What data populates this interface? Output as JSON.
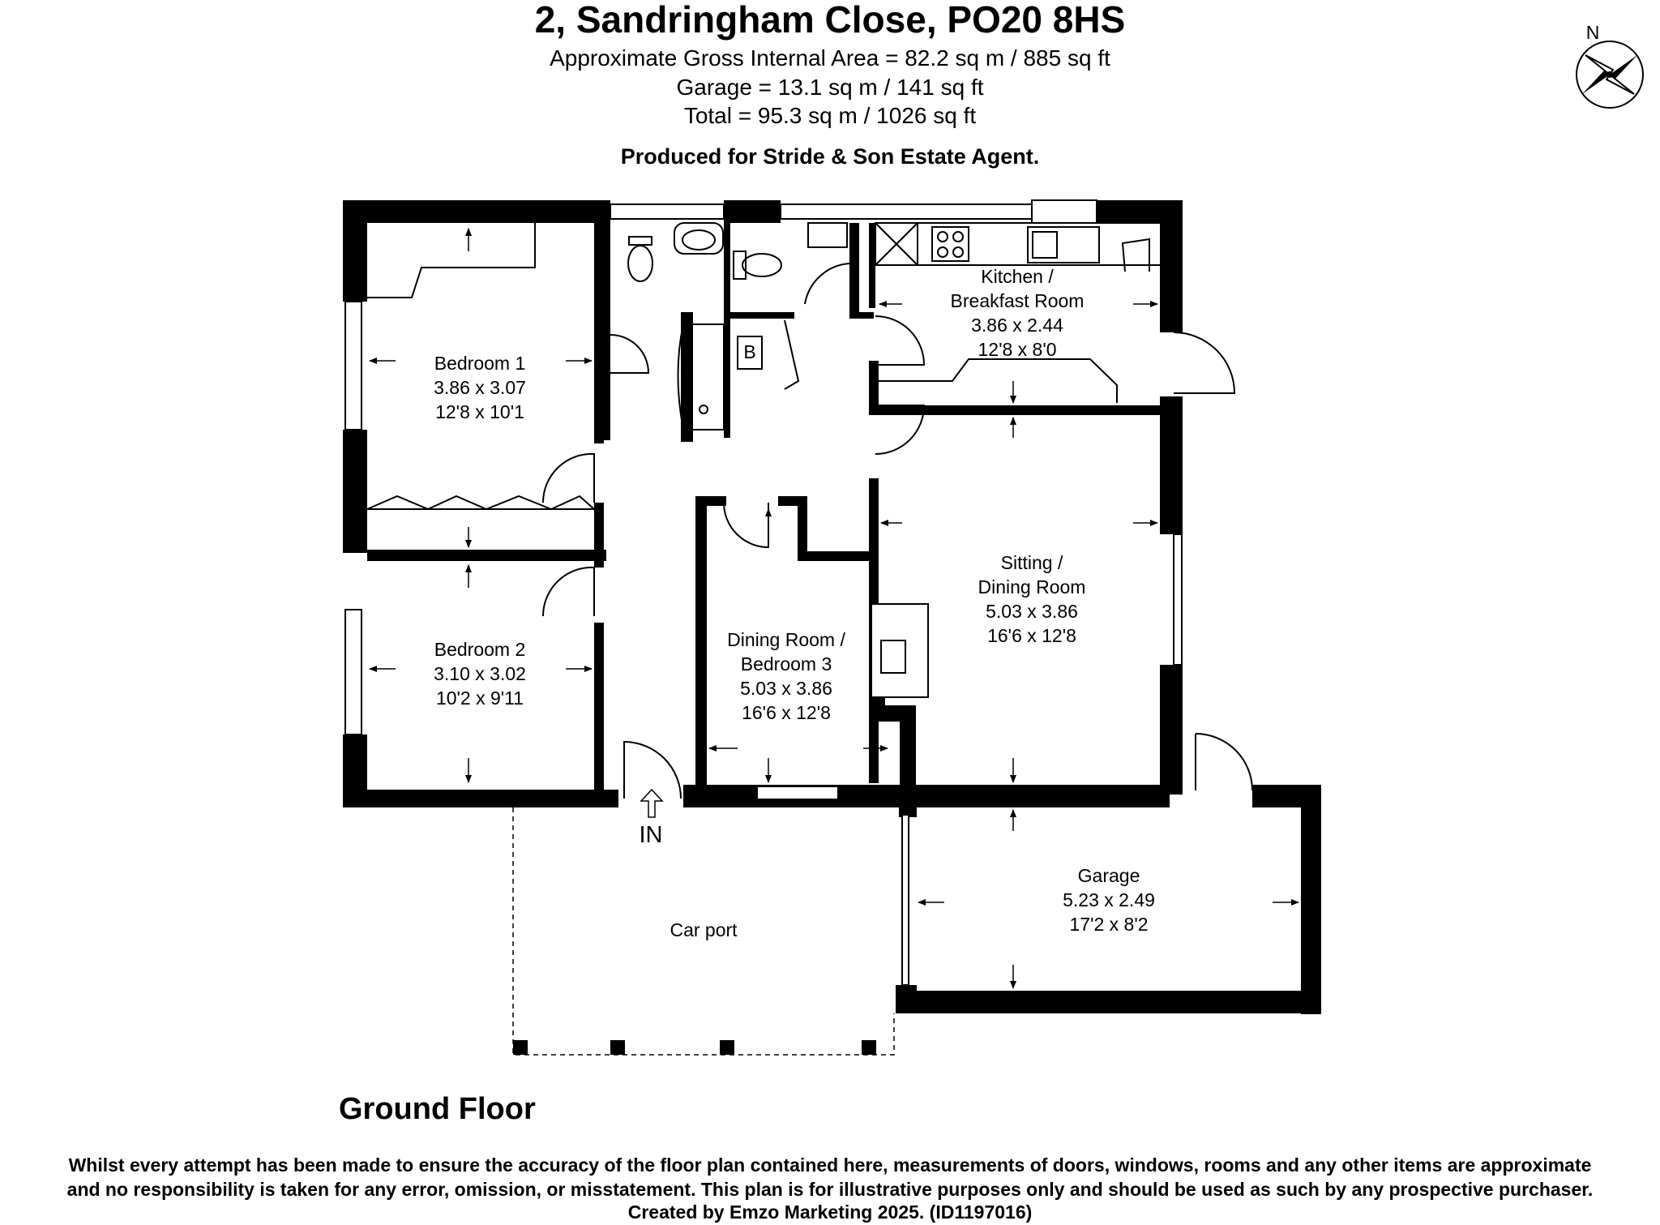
{
  "header": {
    "title": "2, Sandringham Close, PO20 8HS",
    "area_gross": "Approximate Gross Internal Area = 82.2 sq m / 885 sq ft",
    "area_garage": "Garage = 13.1 sq m / 141 sq ft",
    "area_total": "Total = 95.3 sq m / 1026 sq ft",
    "produced_for": "Produced for Stride & Son Estate Agent."
  },
  "compass": {
    "label": "N",
    "icon": "north-arrow-icon"
  },
  "rooms": {
    "bedroom1": {
      "name": "Bedroom 1",
      "metric": "3.86 x 3.07",
      "imperial": "12'8 x 10'1"
    },
    "bedroom2": {
      "name": "Bedroom 2",
      "metric": "3.10 x 3.02",
      "imperial": "10'2 x 9'11"
    },
    "kitchen": {
      "name_line1": "Kitchen /",
      "name_line2": "Breakfast Room",
      "metric": "3.86 x 2.44",
      "imperial": "12'8 x 8'0"
    },
    "sitting": {
      "name_line1": "Sitting /",
      "name_line2": "Dining Room",
      "metric": "5.03 x 3.86",
      "imperial": "16'6 x 12'8"
    },
    "dining_bed3": {
      "name_line1": "Dining Room /",
      "name_line2": "Bedroom 3",
      "metric": "5.03 x 3.86",
      "imperial": "16'6 x 12'8"
    },
    "garage": {
      "name": "Garage",
      "metric": "5.23 x 2.49",
      "imperial": "17'2 x 8'2"
    },
    "carport": {
      "name": "Car port"
    }
  },
  "boiler_label": "B",
  "entrance_label": "IN",
  "floor_label": "Ground Floor",
  "disclaimer": {
    "line1": "Whilst every attempt has been made to ensure the accuracy of the floor plan contained here, measurements of doors, windows, rooms and any other items are approximate",
    "line2": "and no responsibility is taken for any error, omission, or misstatement. This plan is for illustrative purposes only and should be used as such by any prospective purchaser.",
    "line3": "Created by Emzo Marketing 2025. (ID1197016)"
  }
}
